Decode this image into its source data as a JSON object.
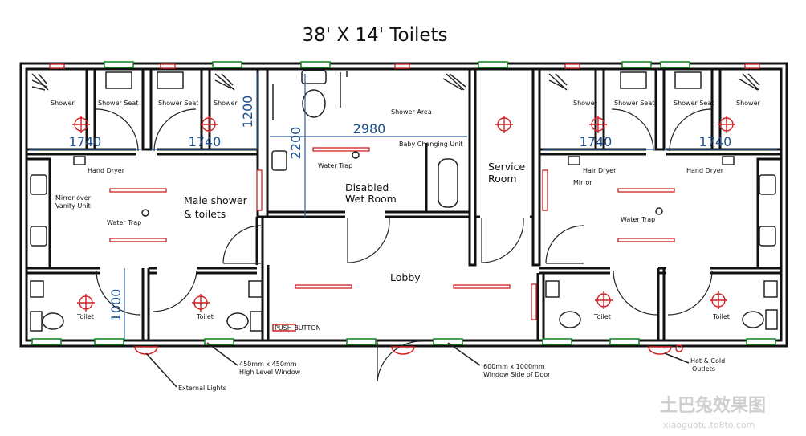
{
  "title": "38' X 14' Toilets",
  "dimensions": {
    "left_shower_w1": "1740",
    "left_shower_w2": "1740",
    "left_shower_h": "1200",
    "disabled_w": "2980",
    "disabled_h": "2200",
    "right_shower_w1": "1740",
    "right_shower_w2": "1740",
    "toilet_h": "1000"
  },
  "rooms": {
    "male": "Male shower\n& toilets",
    "male_l1": "Male shower",
    "male_l2": "& toilets",
    "disabled_l1": "Disabled",
    "disabled_l2": "Wet Room",
    "service_l1": "Service",
    "service_l2": "Room",
    "lobby": "Lobby"
  },
  "labels": {
    "shower": "Shower",
    "shower_seat": "Shower Seat",
    "shower_area": "Shower Area",
    "baby_changing": "Baby Changing Unit",
    "hand_dryer": "Hand Dryer",
    "hair_dryer": "Hair Dryer",
    "mirror_vanity_l1": "Mirror over",
    "mirror_vanity_l2": "Vanity Unit",
    "mirror": "Mirror",
    "water_trap": "Water Trap",
    "toilet": "Toilet",
    "external_lights": "External Lights",
    "window_450_l1": "450mm x 450mm",
    "window_450_l2": "High Level Window",
    "window_600_l1": "600mm x 1000mm",
    "window_600_l2": "Window Side of Door",
    "hot_cold_l1": "Hot & Cold",
    "hot_cold_l2": "Outlets",
    "push_button": "PUSH BUTTON"
  },
  "watermark": {
    "brand": "土巴兔效果图",
    "url": "xiaoguotu.to8to.com"
  },
  "colors": {
    "walls": "#111111",
    "dimension": "#1d4f8f",
    "electrical": "#d12020",
    "windows": "#1a8a2a"
  }
}
